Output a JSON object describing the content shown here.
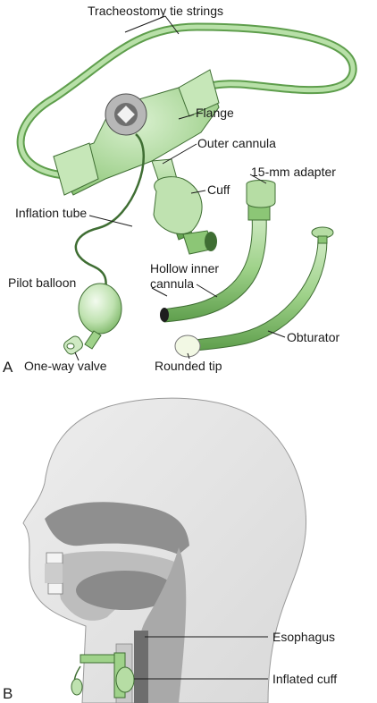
{
  "figure": {
    "panel_a": {
      "letter": "A",
      "labels": {
        "tie_strings": "Tracheostomy tie strings",
        "flange": "Flange",
        "outer_cannula": "Outer cannula",
        "adapter": "15-mm adapter",
        "cuff": "Cuff",
        "inflation_tube": "Inflation tube",
        "inner_cannula_1": "Hollow inner",
        "inner_cannula_2": "cannula",
        "pilot_balloon": "Pilot balloon",
        "obturator": "Obturator",
        "one_way_valve": "One-way valve",
        "rounded_tip": "Rounded tip"
      }
    },
    "panel_b": {
      "letter": "B",
      "labels": {
        "esophagus": "Esophagus",
        "inflated_cuff": "Inflated cuff"
      }
    }
  },
  "colors": {
    "device_green": "#9fd28a",
    "device_green_dark": "#5e9e4c",
    "device_green_light": "#cfeac3",
    "head_gray": "#e4e4e4",
    "airway_gray": "#a9a9a9"
  }
}
